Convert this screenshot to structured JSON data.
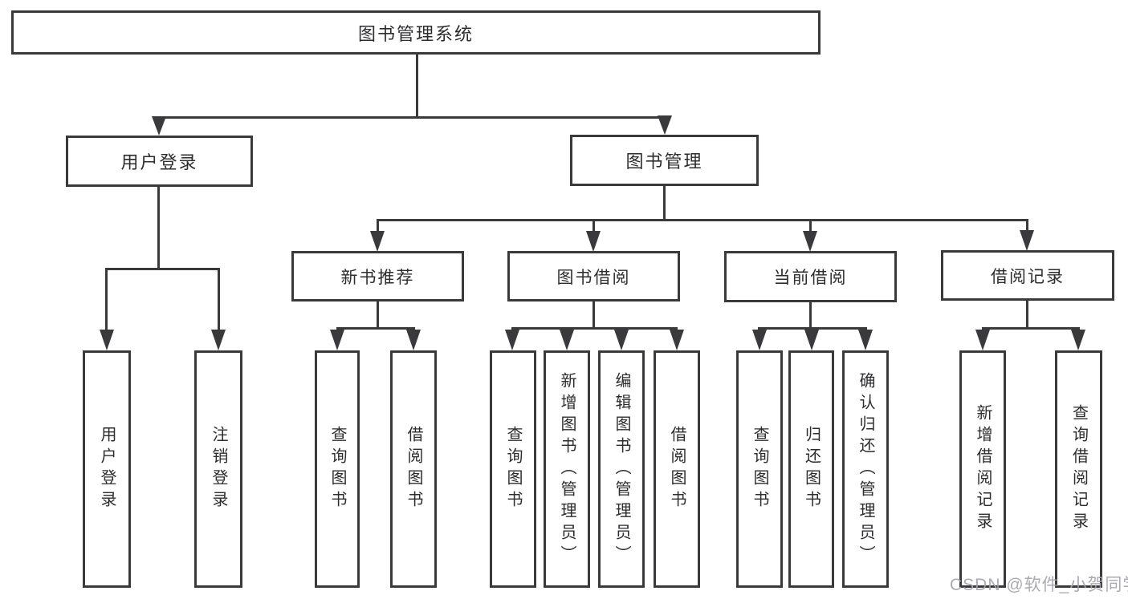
{
  "nodes": {
    "root": "图书管理系统",
    "user_login": "用户登录",
    "book_mgmt": "图书管理",
    "new_books": "新书推荐",
    "book_borrow": "图书借阅",
    "current_borrow": "当前借阅",
    "borrow_records": "借阅记录",
    "leaf_user_login": "用户登录",
    "leaf_logout": "注销登录",
    "leaf_nb_query": "查询图书",
    "leaf_nb_borrow": "借阅图书",
    "leaf_bb_query": "查询图书",
    "leaf_bb_add": "新增图书（管理员）",
    "leaf_bb_edit": "编辑图书（管理员）",
    "leaf_bb_borrow": "借阅图书",
    "leaf_cb_query": "查询图书",
    "leaf_cb_return": "归还图书",
    "leaf_cb_confirm": "确认归还（管理员）",
    "leaf_br_add": "新增借阅记录",
    "leaf_br_query": "查询借阅记录"
  },
  "watermark": "CSDN @软件_小贺同学",
  "colors": {
    "line": "#3a3a3c",
    "text": "#2d2d2f",
    "watermark": "#a3a3ab",
    "background": "#ffffff"
  }
}
